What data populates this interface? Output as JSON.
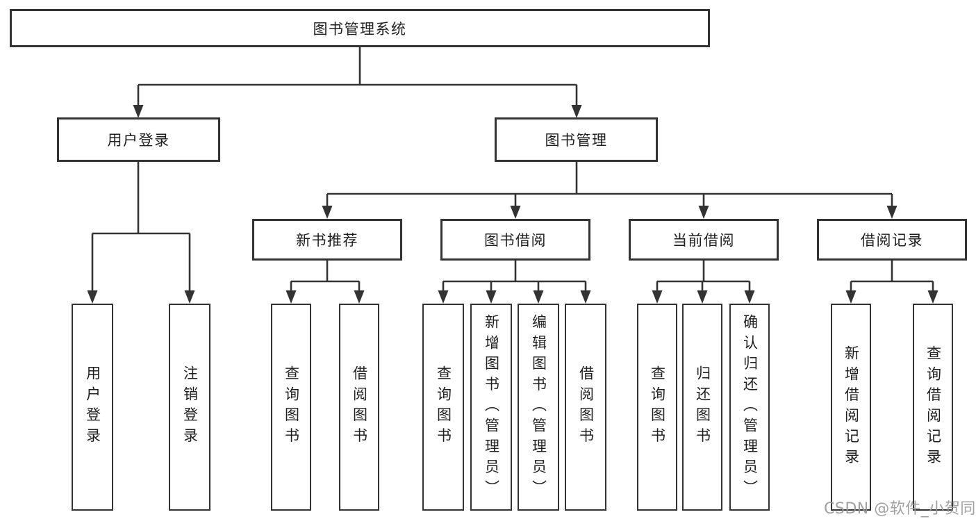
{
  "tree": {
    "label": "图书管理系统",
    "children": [
      {
        "label": "用户登录",
        "children": [
          {
            "label": "用户登录"
          },
          {
            "label": "注销登录"
          }
        ]
      },
      {
        "label": "图书管理",
        "children": [
          {
            "label": "新书推荐",
            "children": [
              {
                "label": "查询图书"
              },
              {
                "label": "借阅图书"
              }
            ]
          },
          {
            "label": "图书借阅",
            "children": [
              {
                "label": "查询图书"
              },
              {
                "label": "新增图书（管理员）"
              },
              {
                "label": "编辑图书（管理员）"
              },
              {
                "label": "借阅图书"
              }
            ]
          },
          {
            "label": "当前借阅",
            "children": [
              {
                "label": "查询图书"
              },
              {
                "label": "归还图书"
              },
              {
                "label": "确认归还（管理员）"
              }
            ]
          },
          {
            "label": "借阅记录",
            "children": [
              {
                "label": "新增借阅记录"
              },
              {
                "label": "查询借阅记录"
              }
            ]
          }
        ]
      }
    ]
  },
  "watermark": "CSDN @软件_小贺同学",
  "colors": {
    "line": "#333333",
    "text": "#1f1f1f",
    "box_background": "#ffffff",
    "watermark": "#989898"
  }
}
